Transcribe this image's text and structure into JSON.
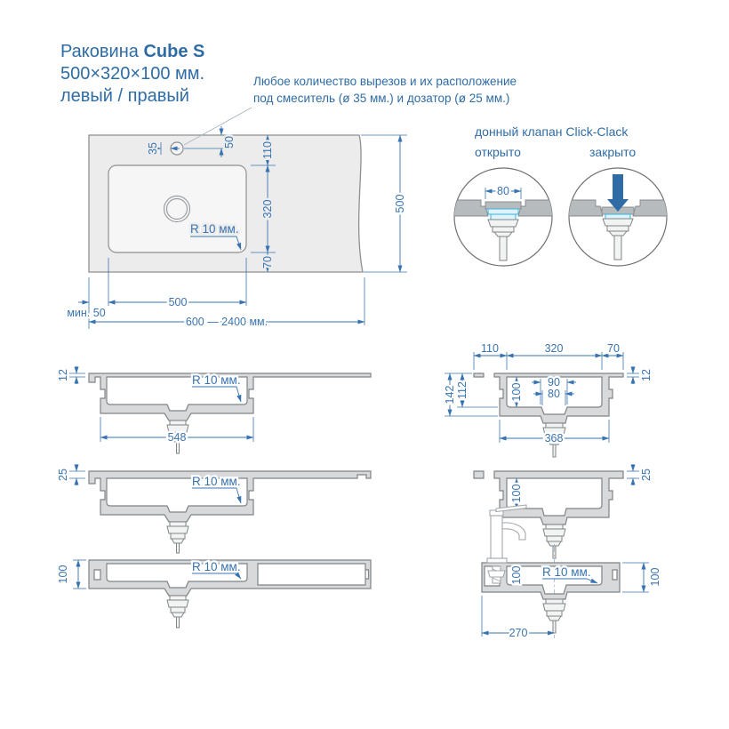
{
  "title": {
    "product": "Раковина",
    "model": "Cube S",
    "size": "500×320×100 мм.",
    "variant": "левый / правый"
  },
  "note": {
    "line1": "Любое количество вырезов и их расположение",
    "line2": "под смеситель (ø 35 мм.) и дозатор (ø 25 мм.)"
  },
  "top_view": {
    "dim_hole": "35",
    "dim_hole_top": "50",
    "dim_top_margin": "110",
    "dim_basin_depth": "320",
    "dim_bottom_margin": "70",
    "dim_total_depth": "500",
    "dim_basin_width": "500",
    "dim_min_margin": "мин. 50",
    "dim_length_range": "600 — 2400  мм.",
    "radius_note": "R 10 мм."
  },
  "valve": {
    "heading": "донный клапан Click-Clack",
    "open": "открыто",
    "closed": "закрыто",
    "dim_cap": "80"
  },
  "sections_left": {
    "s1": {
      "dim_thickness": "12",
      "radius_note": "R 10 мм.",
      "dim_width": "548"
    },
    "s2": {
      "dim_thickness": "25",
      "radius_note": "R 10 мм."
    },
    "s3": {
      "dim_thickness": "100",
      "radius_note": "R 10 мм."
    }
  },
  "sections_right": {
    "s1": {
      "dim_front": "110",
      "dim_basin": "320",
      "dim_back": "70",
      "dim_height_total": "142",
      "dim_height_floor": "112",
      "dim_inner_height": "100",
      "dim_drain_top": "90",
      "dim_drain_bottom": "80",
      "dim_thickness": "12",
      "dim_width": "368"
    },
    "s2": {
      "dim_inner_height": "100",
      "dim_thickness": "25"
    },
    "s3": {
      "dim_inner_height": "100",
      "radius_note": "R 10 мм.",
      "dim_height": "100",
      "dim_drain_offset": "270"
    }
  },
  "colors": {
    "accent": "#2f6ca5",
    "dimension": "#3a74b0",
    "outline": "#7f8487",
    "section_fill": "#d7d9da",
    "top_fill": "#ececec",
    "valve_cyan": "#38b2d9"
  }
}
